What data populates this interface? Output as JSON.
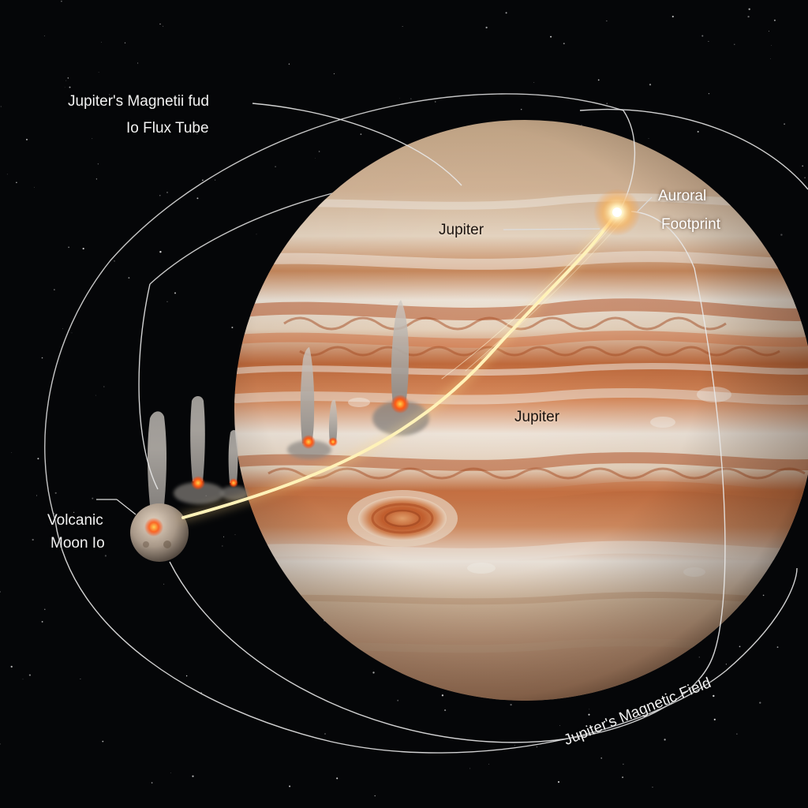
{
  "labels": {
    "magnetic_field_top": "Jupiter's Magnetii fud",
    "io_flux_tube": "Io Flux Tube",
    "jupiter_north": "Jupiter",
    "auroral_line1": "Auroral",
    "auroral_line2": "Footprint",
    "jupiter_center": "Jupiter",
    "volcanic_line1": "Volcanic",
    "volcanic_line2": "Moon Io",
    "magnetic_field_bottom": "Jupiter's Magnetic Field"
  },
  "colors": {
    "space": "#050608",
    "field_lines": "#e9e9e9",
    "flux_tube": "#fff2b8",
    "lava": "#ff5a14",
    "great_red_spot": "#c8602e"
  }
}
